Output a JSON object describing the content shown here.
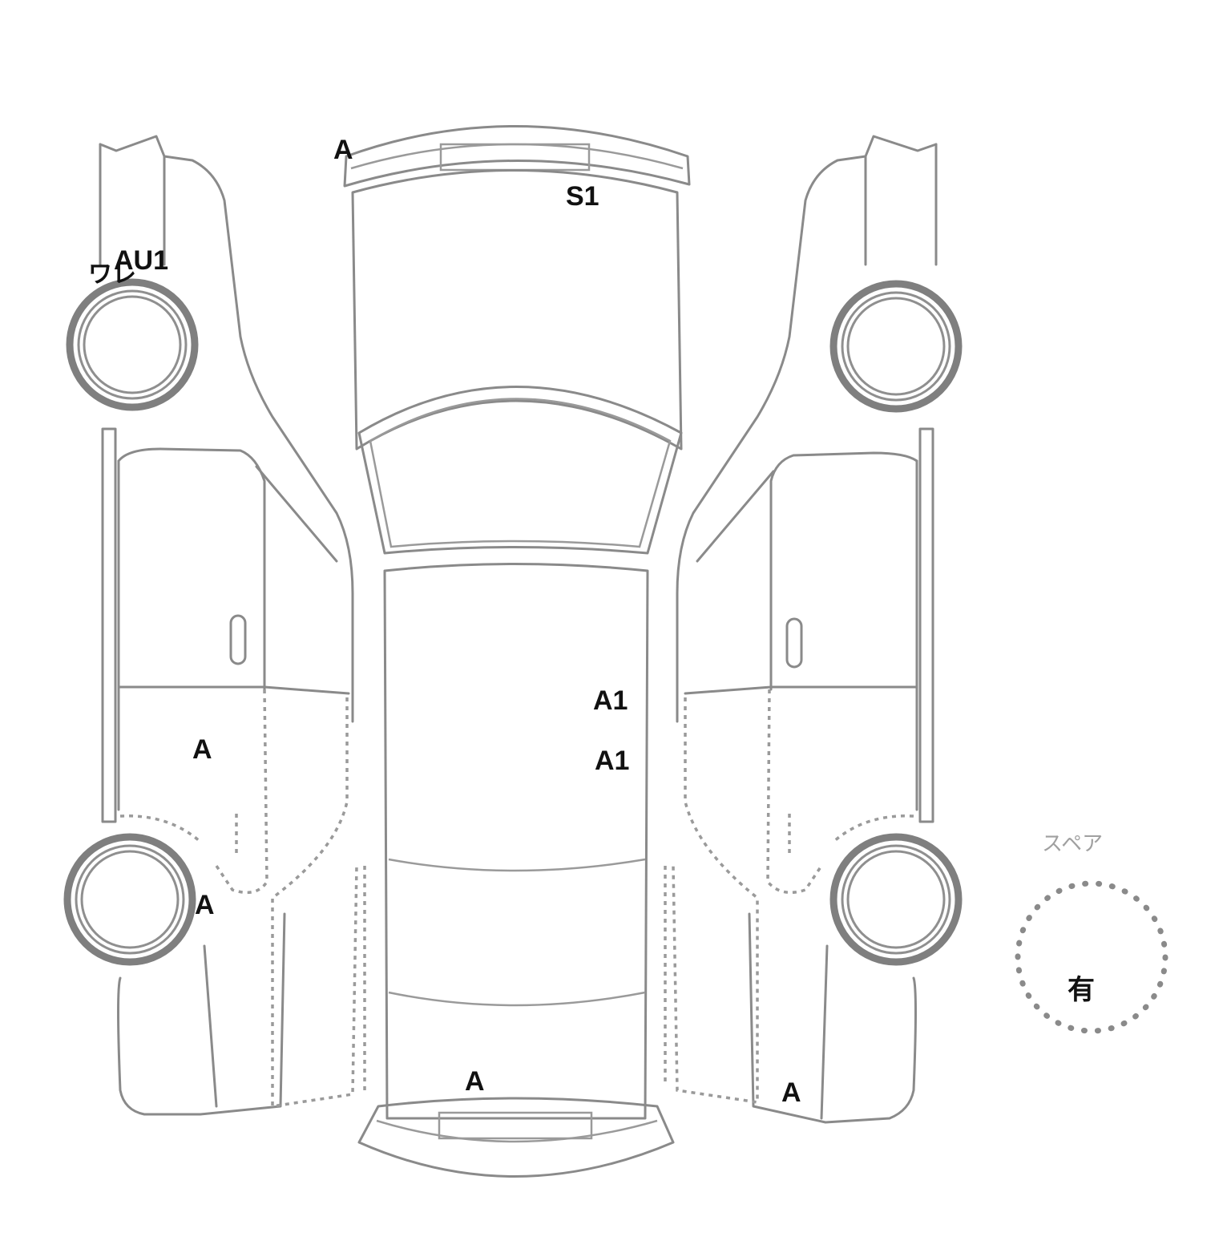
{
  "marks": {
    "roof_rear_edge": "A",
    "roof_rear": "S1",
    "left_front_fender": "AU1",
    "left_front_fender_note": "ワレ",
    "left_door": "A",
    "left_rear_wheel": "A",
    "center_roof_1": "A1",
    "center_roof_2": "A1",
    "center_front": "A",
    "right_front_corner": "A"
  },
  "spare": {
    "label": "スペア",
    "value": "有"
  }
}
